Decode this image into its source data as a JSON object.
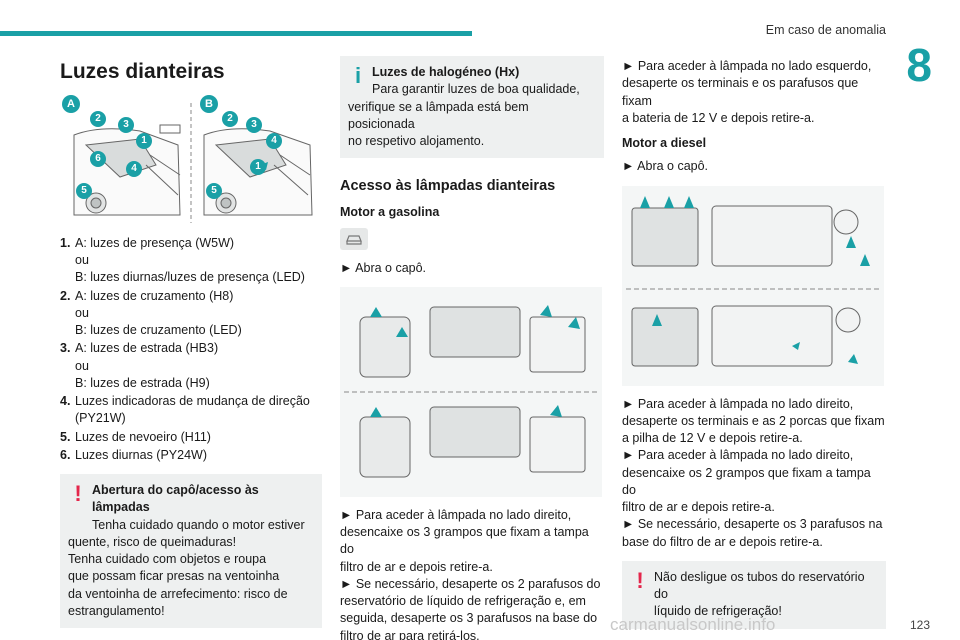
{
  "header": {
    "section": "Em caso de anomalia",
    "chapter": "8",
    "page": "123",
    "watermark": "carmanualsonline.info"
  },
  "col1": {
    "title": "Luzes dianteiras",
    "figure_labels": {
      "a": "A",
      "b": "B",
      "a_nums": [
        "2",
        "3",
        "1",
        "6",
        "4",
        "5"
      ],
      "b_nums": [
        "2",
        "3",
        "4",
        "1",
        "5"
      ]
    },
    "legend": [
      {
        "n": "1.",
        "lines": [
          "A: luzes de presença (W5W)",
          "ou",
          "B: luzes diurnas/luzes de presença (LED)"
        ]
      },
      {
        "n": "2.",
        "lines": [
          "A: luzes de cruzamento (H8)",
          "ou",
          "B: luzes de cruzamento (LED)"
        ]
      },
      {
        "n": "3.",
        "lines": [
          "A: luzes de estrada (HB3)",
          "ou",
          "B: luzes de estrada (H9)"
        ]
      },
      {
        "n": "4.",
        "lines": [
          "Luzes indicadoras de mudança de direção",
          "(PY21W)"
        ]
      },
      {
        "n": "5.",
        "lines": [
          "Luzes de nevoeiro (H11)"
        ]
      },
      {
        "n": "6.",
        "lines": [
          "Luzes diurnas (PY24W)"
        ]
      }
    ],
    "warning": {
      "title": "Abertura do capô/acesso às lâmpadas",
      "line1": "Tenha cuidado quando o motor estiver",
      "rest": [
        "quente, risco de queimaduras!",
        "Tenha cuidado com objetos e roupa",
        "que possam ficar presas na ventoinha",
        "da ventoinha de arrefecimento: risco de",
        "estrangulamento!"
      ]
    }
  },
  "col2": {
    "info": {
      "title": "Luzes de halogéneo (Hx)",
      "line1": "Para garantir luzes de boa qualidade,",
      "rest": [
        "verifique se a lâmpada está bem posicionada",
        "no respetivo alojamento."
      ]
    },
    "heading": "Acesso às lâmpadas dianteiras",
    "sub": "Motor a gasolina",
    "step1": "► Abra o capô.",
    "para": [
      "► Para aceder à lâmpada no lado direito,",
      "desencaixe os 3 grampos que fixam a tampa do",
      "filtro de ar e depois retire-a.",
      "► Se necessário, desaperte os 2 parafusos do",
      "reservatório de líquido de refrigeração e, em",
      "seguida, desaperte os 3 parafusos na base do",
      "filtro de ar para retirá-los."
    ]
  },
  "col3": {
    "para1": [
      "► Para aceder à lâmpada no lado esquerdo,",
      "desaperte os terminais e os parafusos que fixam",
      "a bateria de 12 V e depois retire-a."
    ],
    "sub": "Motor a diesel",
    "step1": "► Abra o capô.",
    "para2": [
      "► Para aceder à lâmpada no lado direito,",
      "desaperte os terminais e as 2 porcas que fixam",
      "a pilha de 12 V e depois retire-a.",
      "► Para aceder à lâmpada no lado direito,",
      "desencaixe os 2 grampos que fixam a tampa do",
      "filtro de ar e depois retire-a.",
      "► Se necessário, desaperte os 3 parafusos na",
      "base do filtro de ar e depois retire-a."
    ],
    "warning": {
      "line1": "Não desligue os tubos do reservatório do",
      "line2": "líquido de refrigeração!"
    }
  },
  "colors": {
    "accent": "#1aa0a6",
    "warning": "#e4264b",
    "box_bg": "#eef0f0"
  }
}
